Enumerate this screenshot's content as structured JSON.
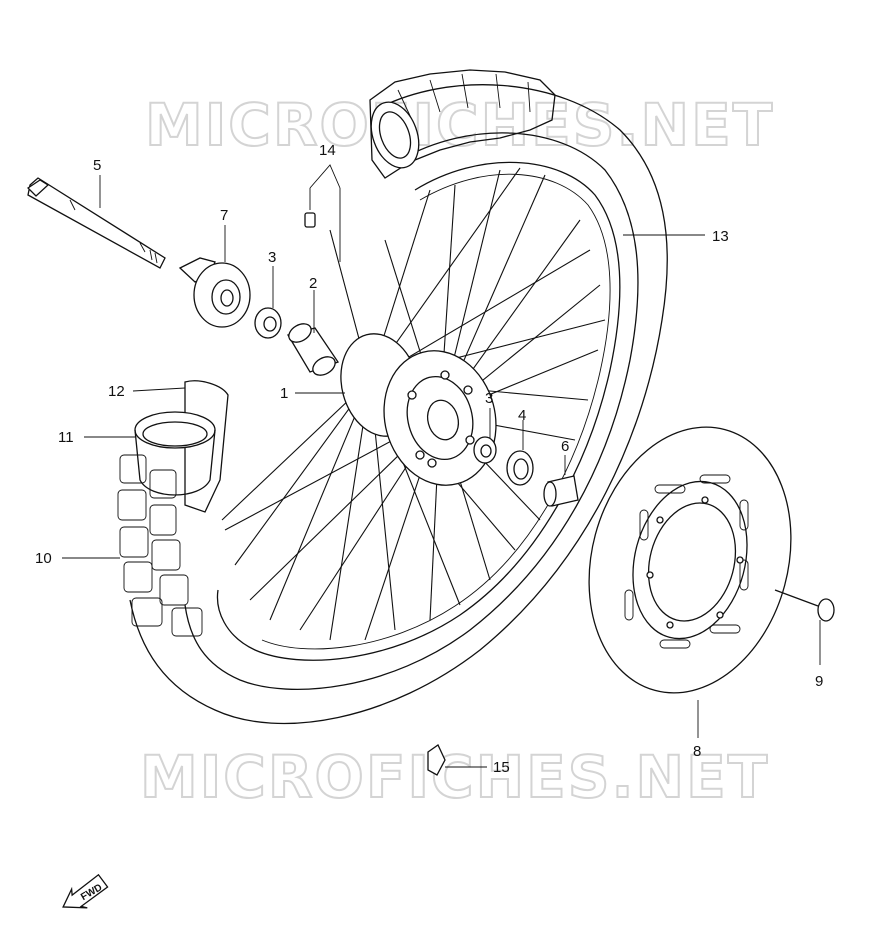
{
  "watermark": {
    "text": "MICROFICHES.NET"
  },
  "fwd_label": "FWD",
  "callouts": [
    {
      "id": "1",
      "text": "1"
    },
    {
      "id": "2",
      "text": "2"
    },
    {
      "id": "3a",
      "text": "3"
    },
    {
      "id": "3b",
      "text": "3"
    },
    {
      "id": "4",
      "text": "4"
    },
    {
      "id": "5",
      "text": "5"
    },
    {
      "id": "6",
      "text": "6"
    },
    {
      "id": "7",
      "text": "7"
    },
    {
      "id": "8",
      "text": "8"
    },
    {
      "id": "9",
      "text": "9"
    },
    {
      "id": "10",
      "text": "10"
    },
    {
      "id": "11",
      "text": "11"
    },
    {
      "id": "12",
      "text": "12"
    },
    {
      "id": "13",
      "text": "13"
    },
    {
      "id": "14",
      "text": "14"
    },
    {
      "id": "15",
      "text": "15"
    }
  ]
}
